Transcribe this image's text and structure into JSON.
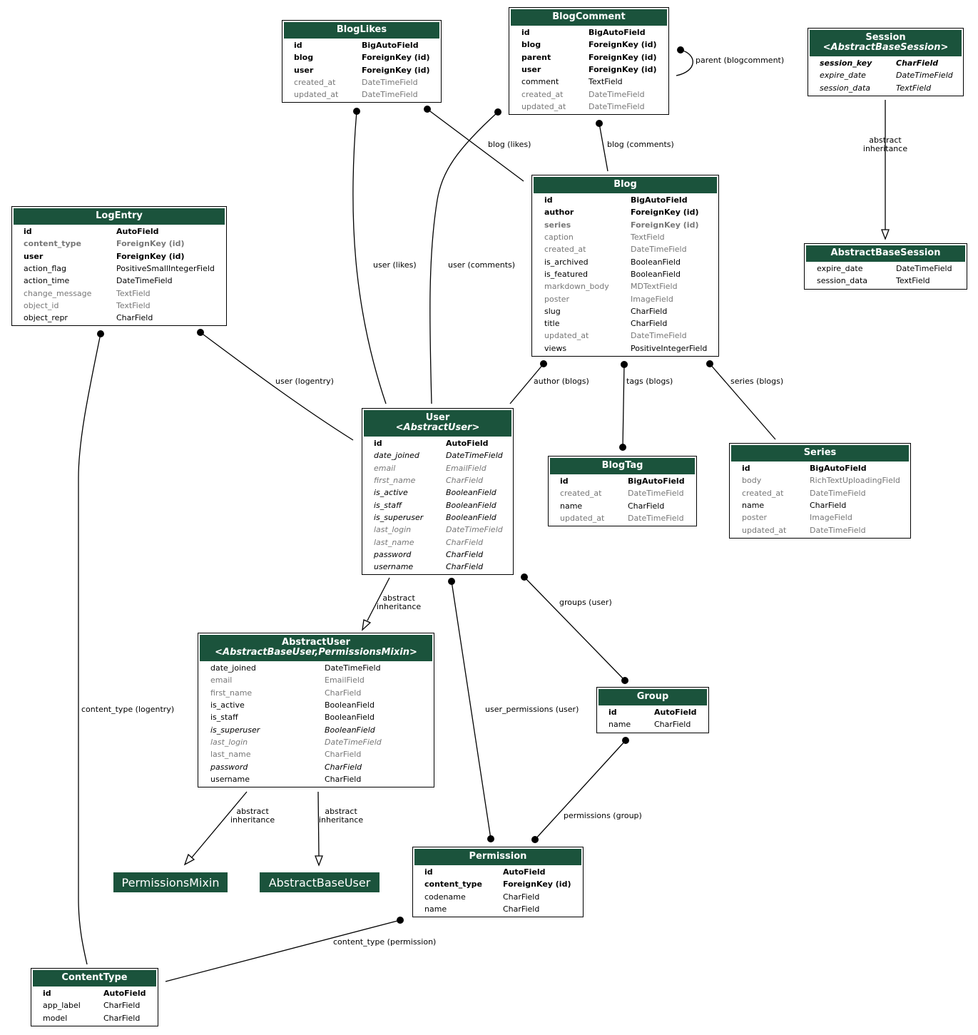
{
  "tables": [
    {
      "key": "bloglikes",
      "title": "BlogLikes",
      "subtitle": "",
      "rows": [
        [
          "id",
          "BigAutoField",
          "b"
        ],
        [
          "blog",
          "ForeignKey (id)",
          "b"
        ],
        [
          "user",
          "ForeignKey (id)",
          "b"
        ],
        [
          "created_at",
          "DateTimeField",
          "g"
        ],
        [
          "updated_at",
          "DateTimeField",
          "g"
        ]
      ]
    },
    {
      "key": "blogcomment",
      "title": "BlogComment",
      "subtitle": "",
      "rows": [
        [
          "id",
          "BigAutoField",
          "b"
        ],
        [
          "blog",
          "ForeignKey (id)",
          "b"
        ],
        [
          "parent",
          "ForeignKey (id)",
          "b"
        ],
        [
          "user",
          "ForeignKey (id)",
          "b"
        ],
        [
          "comment",
          "TextField",
          ""
        ],
        [
          "created_at",
          "DateTimeField",
          "g"
        ],
        [
          "updated_at",
          "DateTimeField",
          "g"
        ]
      ]
    },
    {
      "key": "session",
      "title": "Session",
      "subtitle": "<AbstractBaseSession>",
      "rows": [
        [
          "session_key",
          "CharField",
          "bi"
        ],
        [
          "expire_date",
          "DateTimeField",
          "i"
        ],
        [
          "session_data",
          "TextField",
          "i"
        ]
      ]
    },
    {
      "key": "logentry",
      "title": "LogEntry",
      "subtitle": "",
      "rows": [
        [
          "id",
          "AutoField",
          "b"
        ],
        [
          "content_type",
          "ForeignKey (id)",
          "bg"
        ],
        [
          "user",
          "ForeignKey (id)",
          "b"
        ],
        [
          "action_flag",
          "PositiveSmallIntegerField",
          ""
        ],
        [
          "action_time",
          "DateTimeField",
          ""
        ],
        [
          "change_message",
          "TextField",
          "g"
        ],
        [
          "object_id",
          "TextField",
          "g"
        ],
        [
          "object_repr",
          "CharField",
          ""
        ]
      ]
    },
    {
      "key": "blog",
      "title": "Blog",
      "subtitle": "",
      "rows": [
        [
          "id",
          "BigAutoField",
          "b"
        ],
        [
          "author",
          "ForeignKey (id)",
          "b"
        ],
        [
          "series",
          "ForeignKey (id)",
          "bg"
        ],
        [
          "caption",
          "TextField",
          "g"
        ],
        [
          "created_at",
          "DateTimeField",
          "g"
        ],
        [
          "is_archived",
          "BooleanField",
          ""
        ],
        [
          "is_featured",
          "BooleanField",
          ""
        ],
        [
          "markdown_body",
          "MDTextField",
          "g"
        ],
        [
          "poster",
          "ImageField",
          "g"
        ],
        [
          "slug",
          "CharField",
          ""
        ],
        [
          "title",
          "CharField",
          ""
        ],
        [
          "updated_at",
          "DateTimeField",
          "g"
        ],
        [
          "views",
          "PositiveIntegerField",
          ""
        ]
      ]
    },
    {
      "key": "abstractbasesession",
      "title": "AbstractBaseSession",
      "subtitle": "",
      "rows": [
        [
          "expire_date",
          "DateTimeField",
          ""
        ],
        [
          "session_data",
          "TextField",
          ""
        ]
      ]
    },
    {
      "key": "user",
      "title": "User",
      "subtitle": "<AbstractUser>",
      "rows": [
        [
          "id",
          "AutoField",
          "b"
        ],
        [
          "date_joined",
          "DateTimeField",
          "i"
        ],
        [
          "email",
          "EmailField",
          "ig"
        ],
        [
          "first_name",
          "CharField",
          "ig"
        ],
        [
          "is_active",
          "BooleanField",
          "i"
        ],
        [
          "is_staff",
          "BooleanField",
          "i"
        ],
        [
          "is_superuser",
          "BooleanField",
          "i"
        ],
        [
          "last_login",
          "DateTimeField",
          "ig"
        ],
        [
          "last_name",
          "CharField",
          "ig"
        ],
        [
          "password",
          "CharField",
          "i"
        ],
        [
          "username",
          "CharField",
          "i"
        ]
      ]
    },
    {
      "key": "blogtag",
      "title": "BlogTag",
      "subtitle": "",
      "rows": [
        [
          "id",
          "BigAutoField",
          "b"
        ],
        [
          "created_at",
          "DateTimeField",
          "g"
        ],
        [
          "name",
          "CharField",
          ""
        ],
        [
          "updated_at",
          "DateTimeField",
          "g"
        ]
      ]
    },
    {
      "key": "series",
      "title": "Series",
      "subtitle": "",
      "rows": [
        [
          "id",
          "BigAutoField",
          "b"
        ],
        [
          "body",
          "RichTextUploadingField",
          "g"
        ],
        [
          "created_at",
          "DateTimeField",
          "g"
        ],
        [
          "name",
          "CharField",
          ""
        ],
        [
          "poster",
          "ImageField",
          "g"
        ],
        [
          "updated_at",
          "DateTimeField",
          "g"
        ]
      ]
    },
    {
      "key": "abstractuser",
      "title": "AbstractUser",
      "subtitle": "<AbstractBaseUser,PermissionsMixin>",
      "rows": [
        [
          "date_joined",
          "DateTimeField",
          ""
        ],
        [
          "email",
          "EmailField",
          "g"
        ],
        [
          "first_name",
          "CharField",
          "g"
        ],
        [
          "is_active",
          "BooleanField",
          ""
        ],
        [
          "is_staff",
          "BooleanField",
          ""
        ],
        [
          "is_superuser",
          "BooleanField",
          "i"
        ],
        [
          "last_login",
          "DateTimeField",
          "ig"
        ],
        [
          "last_name",
          "CharField",
          "g"
        ],
        [
          "password",
          "CharField",
          "i"
        ],
        [
          "username",
          "CharField",
          ""
        ]
      ]
    },
    {
      "key": "group",
      "title": "Group",
      "subtitle": "",
      "rows": [
        [
          "id",
          "AutoField",
          "b"
        ],
        [
          "name",
          "CharField",
          ""
        ]
      ]
    },
    {
      "key": "permission",
      "title": "Permission",
      "subtitle": "",
      "rows": [
        [
          "id",
          "AutoField",
          "b"
        ],
        [
          "content_type",
          "ForeignKey (id)",
          "b"
        ],
        [
          "codename",
          "CharField",
          ""
        ],
        [
          "name",
          "CharField",
          ""
        ]
      ]
    },
    {
      "key": "contenttype",
      "title": "ContentType",
      "subtitle": "",
      "rows": [
        [
          "id",
          "AutoField",
          "b"
        ],
        [
          "app_label",
          "CharField",
          ""
        ],
        [
          "model",
          "CharField",
          ""
        ]
      ]
    }
  ],
  "boxes": [
    {
      "key": "permissionsmixin",
      "label": "PermissionsMixin"
    },
    {
      "key": "abstractbaseuser",
      "label": "AbstractBaseUser"
    }
  ],
  "edge_labels": [
    {
      "key": "parent_blogcomment",
      "text": "parent (blogcomment)"
    },
    {
      "key": "blog_likes",
      "text": "blog (likes)"
    },
    {
      "key": "blog_comments",
      "text": "blog (comments)"
    },
    {
      "key": "session_inherit",
      "text": "abstract\ninheritance"
    },
    {
      "key": "user_likes",
      "text": "user (likes)"
    },
    {
      "key": "user_comments",
      "text": "user (comments)"
    },
    {
      "key": "user_logentry",
      "text": "user (logentry)"
    },
    {
      "key": "author_blogs",
      "text": "author (blogs)"
    },
    {
      "key": "tags_blogs",
      "text": "tags (blogs)"
    },
    {
      "key": "series_blogs",
      "text": "series (blogs)"
    },
    {
      "key": "user_inherit",
      "text": "abstract\ninheritance"
    },
    {
      "key": "groups_user",
      "text": "groups (user)"
    },
    {
      "key": "content_type_logentry",
      "text": "content_type (logentry)"
    },
    {
      "key": "user_permissions_user",
      "text": "user_permissions (user)"
    },
    {
      "key": "mixin_inherit",
      "text": "abstract\ninheritance"
    },
    {
      "key": "baseuser_inherit",
      "text": "abstract\ninheritance"
    },
    {
      "key": "permissions_group",
      "text": "permissions (group)"
    },
    {
      "key": "content_type_permission",
      "text": "content_type (permission)"
    }
  ],
  "colors": {
    "header": "#1b533c",
    "header_text": "#ffffff",
    "muted_field": "#777777",
    "line": "#000000"
  }
}
